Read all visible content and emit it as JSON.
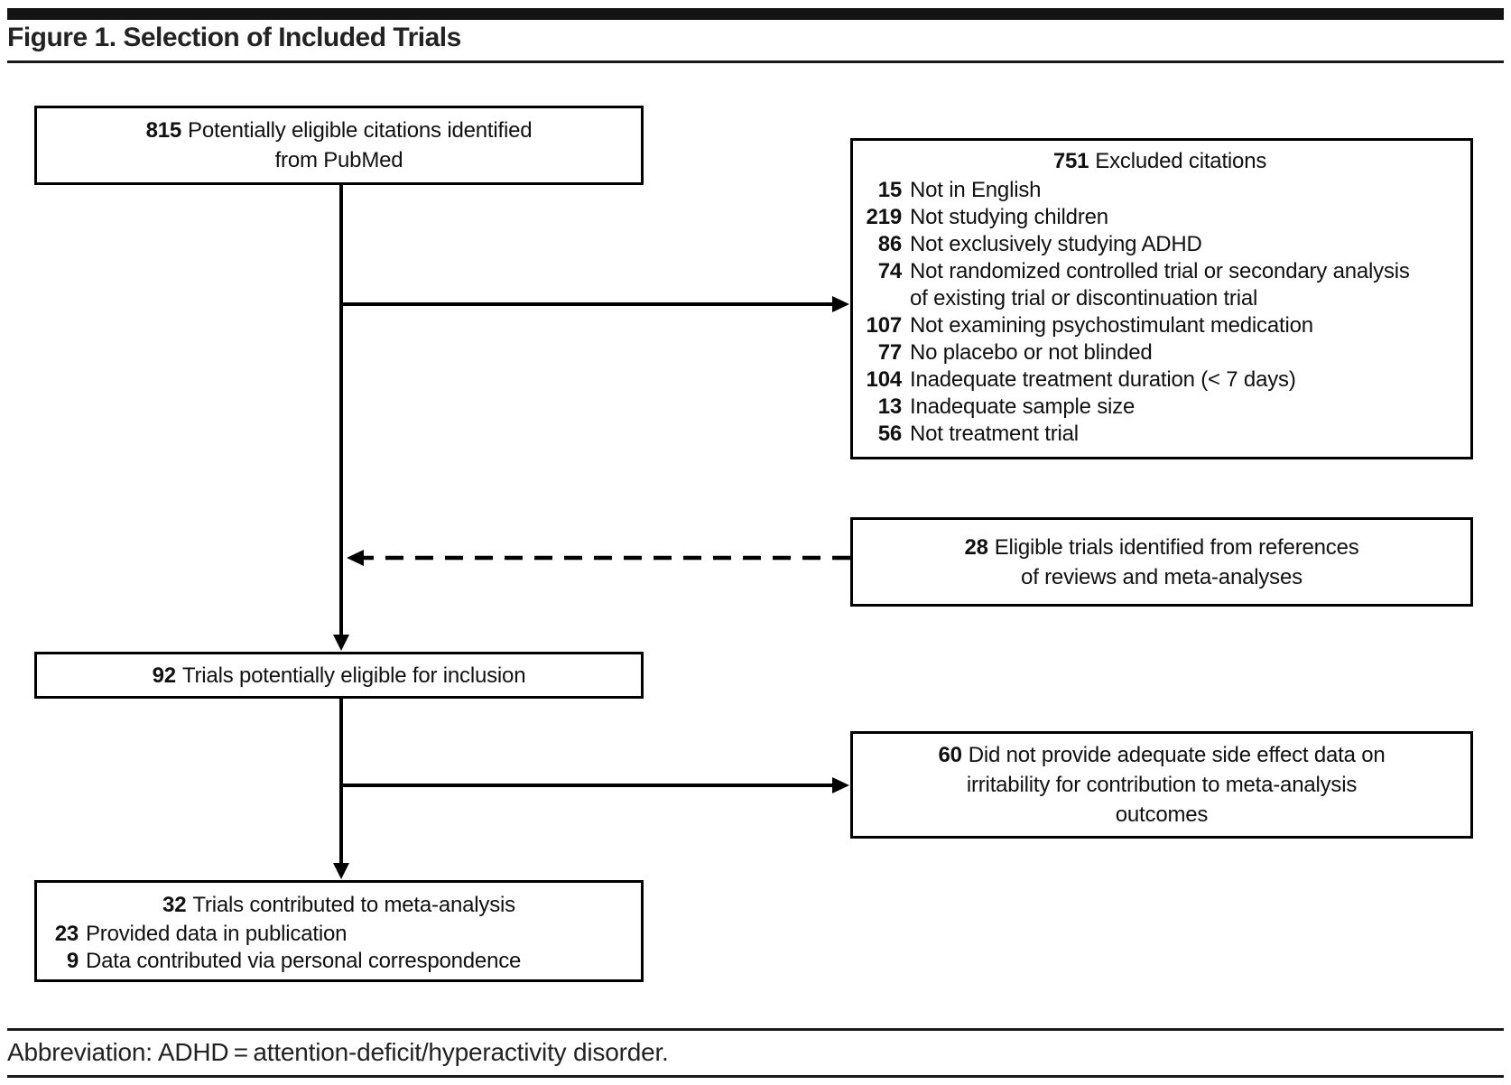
{
  "colors": {
    "line": "#000000",
    "text": "#111111",
    "background": "#ffffff"
  },
  "header": {
    "title": "Figure 1. Selection of Included Trials"
  },
  "flowchart": {
    "identified": {
      "count": "815",
      "line1": "Potentially eligible citations identified",
      "line2": "from PubMed"
    },
    "excluded": {
      "count": "751",
      "title": "Excluded citations",
      "reasons": [
        {
          "count": "15",
          "label": "Not in English"
        },
        {
          "count": "219",
          "label": "Not studying children"
        },
        {
          "count": "86",
          "label": "Not exclusively studying ADHD"
        },
        {
          "count": "74",
          "label": "Not randomized controlled trial or secondary analysis",
          "label2": "of existing trial or discontinuation trial"
        },
        {
          "count": "107",
          "label": "Not examining psychostimulant medication"
        },
        {
          "count": "77",
          "label": "No placebo or not blinded"
        },
        {
          "count": "104",
          "label": "Inadequate treatment duration (< 7 days)"
        },
        {
          "count": "13",
          "label": "Inadequate sample size"
        },
        {
          "count": "56",
          "label": "Not treatment trial"
        }
      ]
    },
    "references": {
      "count": "28",
      "line1": "Eligible trials identified from references",
      "line2": "of reviews and meta-analyses"
    },
    "eligible": {
      "count": "92",
      "line1": "Trials potentially eligible for inclusion"
    },
    "side_effect": {
      "count": "60",
      "line1": "Did not provide adequate side effect data on",
      "line2": "irritability for contribution to meta-analysis",
      "line3": "outcomes"
    },
    "included": {
      "count": "32",
      "title": "Trials contributed to meta-analysis",
      "details": [
        {
          "count": "23",
          "label": "Provided data in publication"
        },
        {
          "count": "9",
          "label": "Data contributed via personal correspondence"
        }
      ]
    }
  },
  "footer": {
    "abbreviation_note": "Abbreviation: ADHD = attention-deficit/hyperactivity disorder."
  }
}
